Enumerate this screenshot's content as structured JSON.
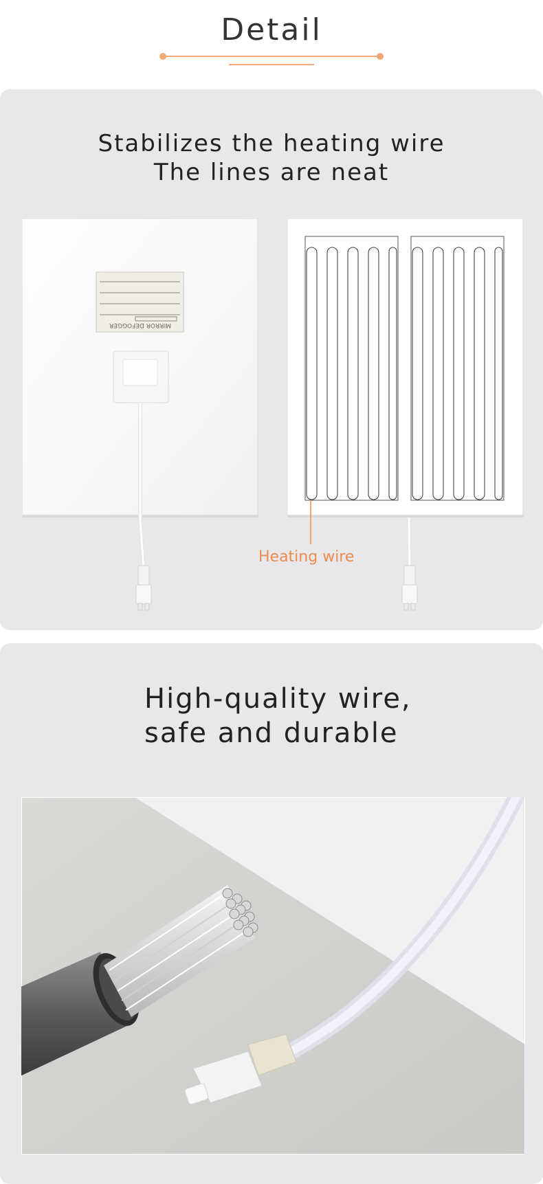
{
  "header": {
    "title": "Detail"
  },
  "section1": {
    "title_line1": "Stabilizes the heating wire",
    "title_line2": "The lines are neat",
    "label_text": "MIRROR DEFOGGER",
    "callout": "Heating wire"
  },
  "section2": {
    "title_line1": "High-quality wire,",
    "title_line2": "safe and durable"
  },
  "colors": {
    "accent": "#f0a876",
    "callout": "#ef8b4e",
    "panel_bg": "#e8e8ea"
  }
}
